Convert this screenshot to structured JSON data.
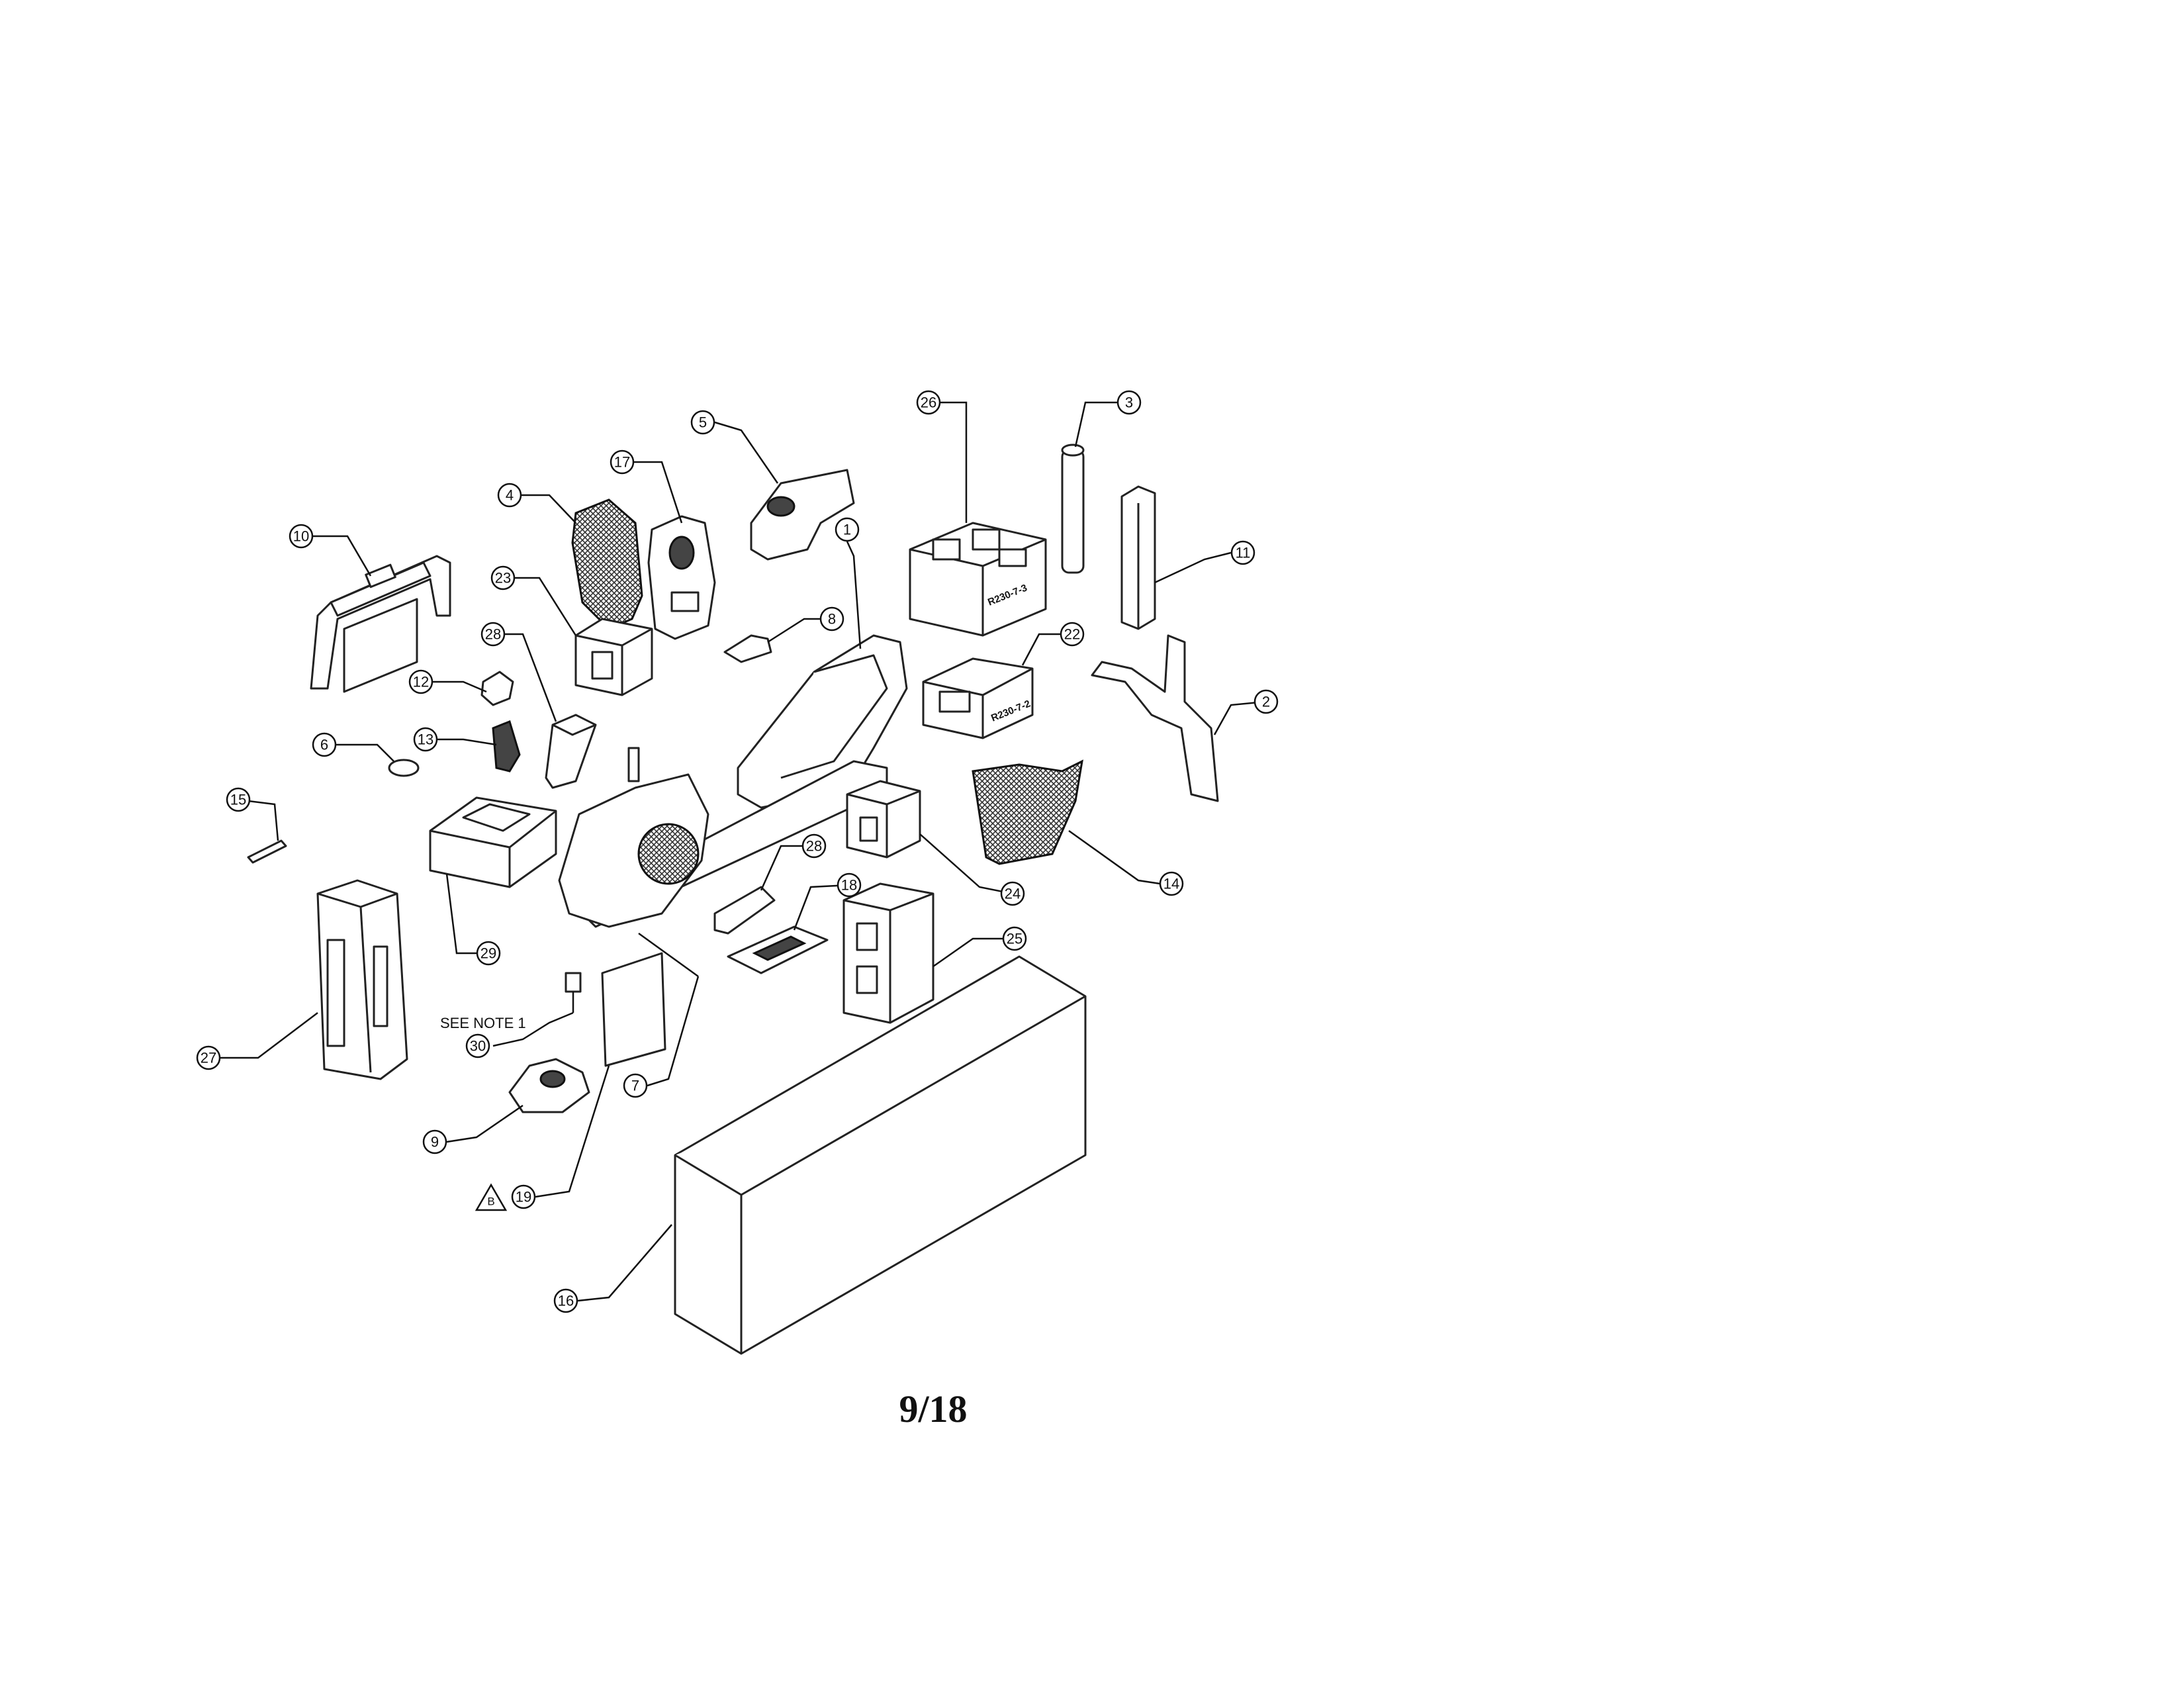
{
  "page": {
    "number": "9/18"
  },
  "note": {
    "text": "SEE NOTE 1"
  },
  "revision_mark": {
    "letter": "B"
  },
  "box_labels": {
    "tray_26": "R230-7-3",
    "tray_22": "R230-7-2"
  },
  "callouts": [
    {
      "id": "c1",
      "label": "1"
    },
    {
      "id": "c2",
      "label": "2"
    },
    {
      "id": "c3",
      "label": "3"
    },
    {
      "id": "c4",
      "label": "4"
    },
    {
      "id": "c5",
      "label": "5"
    },
    {
      "id": "c6",
      "label": "6"
    },
    {
      "id": "c7",
      "label": "7"
    },
    {
      "id": "c8",
      "label": "8"
    },
    {
      "id": "c9",
      "label": "9"
    },
    {
      "id": "c10",
      "label": "10"
    },
    {
      "id": "c11",
      "label": "11"
    },
    {
      "id": "c12",
      "label": "12"
    },
    {
      "id": "c13",
      "label": "13"
    },
    {
      "id": "c14",
      "label": "14"
    },
    {
      "id": "c15",
      "label": "15"
    },
    {
      "id": "c16",
      "label": "16"
    },
    {
      "id": "c17",
      "label": "17"
    },
    {
      "id": "c18",
      "label": "18"
    },
    {
      "id": "c19",
      "label": "19"
    },
    {
      "id": "c22",
      "label": "22"
    },
    {
      "id": "c23",
      "label": "23"
    },
    {
      "id": "c24",
      "label": "24"
    },
    {
      "id": "c25",
      "label": "25"
    },
    {
      "id": "c26",
      "label": "26"
    },
    {
      "id": "c27",
      "label": "27"
    },
    {
      "id": "c28a",
      "label": "28"
    },
    {
      "id": "c28b",
      "label": "28"
    },
    {
      "id": "c29",
      "label": "29"
    },
    {
      "id": "c30",
      "label": "30"
    }
  ]
}
